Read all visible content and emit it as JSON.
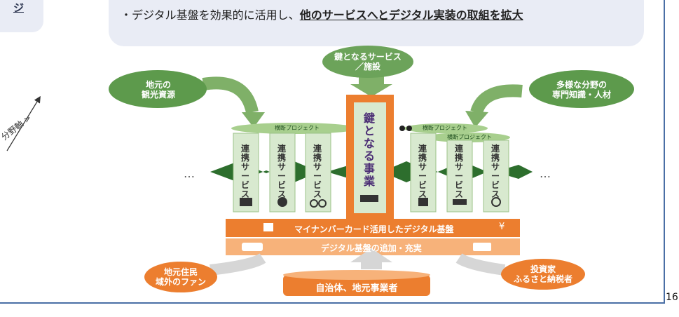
{
  "left_box": {
    "text": "ジ"
  },
  "header": {
    "bullet_prefix": "・デジタル基盤を効果的に活用し、",
    "bullet_bold": "他のサービスへとデジタル実装の取組を拡大"
  },
  "axis_label": "分野軸 >",
  "page_number": "16",
  "diagram": {
    "key_service_bubble": [
      "鍵となるサービス",
      "／施設"
    ],
    "tourism_bubble": [
      "地元の",
      "観光資源"
    ],
    "expertise_bubble": [
      "多様な分野の",
      "専門知識・人材"
    ],
    "residents_bubble": [
      "地元住民",
      "域外のファン"
    ],
    "investors_bubble": [
      "投資家",
      "ふるさと納税者"
    ],
    "cross_project_label": "横断プロジェクト",
    "pillar_label": "連携サービス",
    "key_business": "鍵となる事業",
    "mynumber_platform": "マイナンバーカード活用したデジタル基盤",
    "platform_expand": "デジタル基盤の追加・充実",
    "municipality": "自治体、地元事業者",
    "ellipsis": "…",
    "yen_symbol": "¥"
  },
  "colors": {
    "green": "#6ca35a",
    "dark_green": "#2d6e2d",
    "orange": "#ec7e2f",
    "light_orange": "#f7b27a"
  }
}
